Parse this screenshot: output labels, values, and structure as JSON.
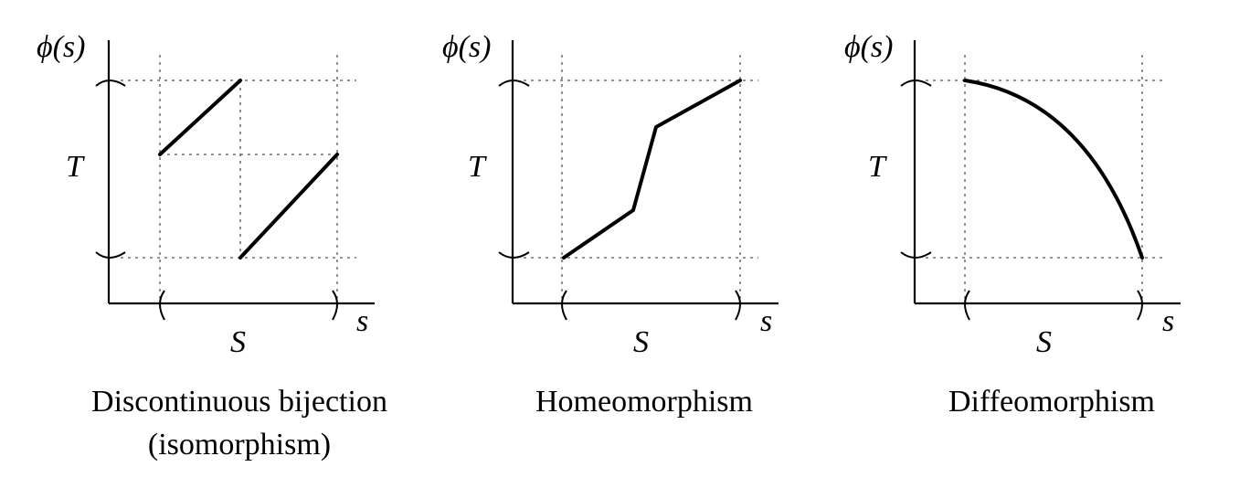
{
  "panels": [
    {
      "y_label": "ϕ(s)",
      "x_label": "s",
      "domain_label": "S",
      "range_label": "T",
      "caption_lines": [
        "Discontinuous bijection",
        "(isomorphism)"
      ]
    },
    {
      "y_label": "ϕ(s)",
      "x_label": "s",
      "domain_label": "S",
      "range_label": "T",
      "caption_lines": [
        "Homeomorphism"
      ]
    },
    {
      "y_label": "ϕ(s)",
      "x_label": "s",
      "domain_label": "S",
      "range_label": "T",
      "caption_lines": [
        "Diffeomorphism"
      ]
    }
  ]
}
